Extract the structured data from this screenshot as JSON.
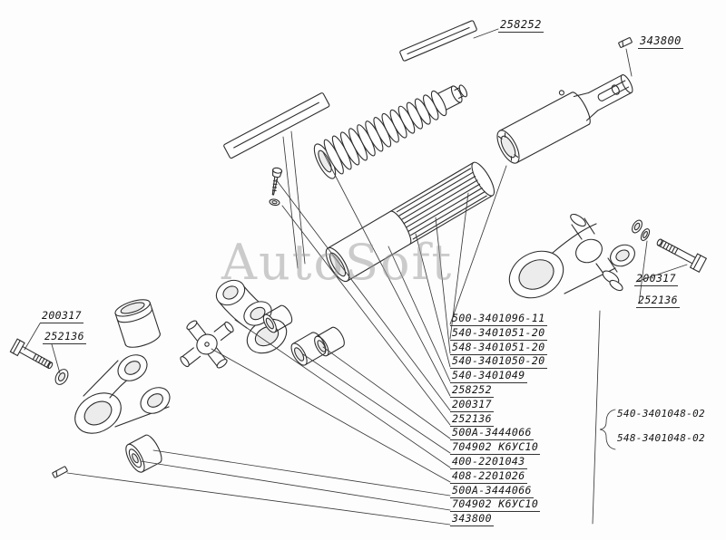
{
  "watermark": "AutoSoft",
  "callout_top": {
    "label": "258252"
  },
  "callout_top_right": {
    "label": "343800"
  },
  "callouts_right": {
    "bolt": "200317",
    "washer": "252136"
  },
  "callouts_left": {
    "bolt": "200317",
    "washer": "252136"
  },
  "parts_list": {
    "items": [
      "500-3401096-11",
      "540-3401051-20",
      "548-3401051-20",
      "540-3401050-20",
      "540-3401049",
      "258252",
      "200317",
      "252136",
      "500A-3444066",
      "704902 К6УС10",
      "400-2201043",
      "408-2201026",
      "500A-3444066",
      "704902 К6УС10",
      "343800"
    ]
  },
  "assembly_variants": {
    "items": [
      "540-3401048-02",
      "548-3401048-02"
    ]
  }
}
